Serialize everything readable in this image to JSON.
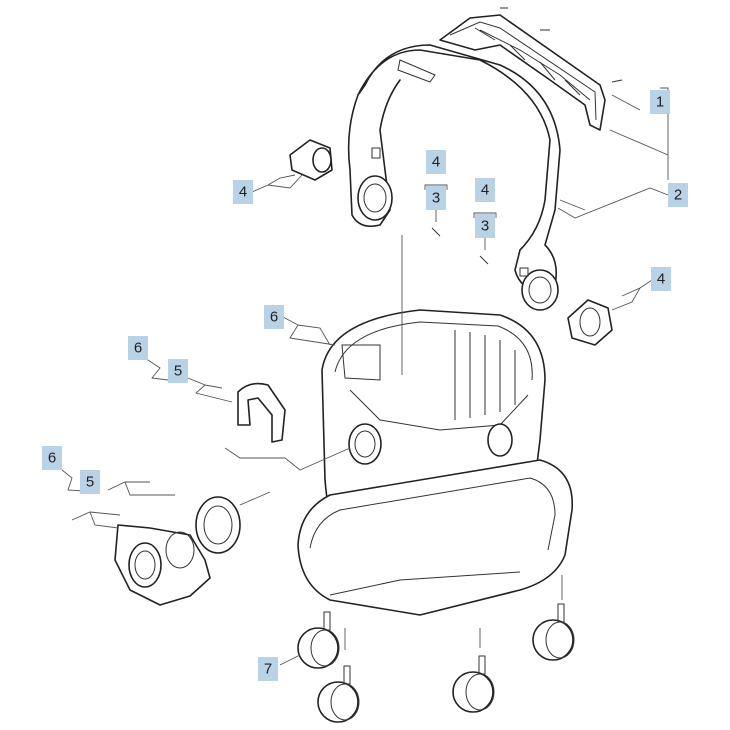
{
  "callouts": [
    {
      "id": "c1",
      "label": "1"
    },
    {
      "id": "c2",
      "label": "2"
    },
    {
      "id": "c4a",
      "label": "4"
    },
    {
      "id": "c4b",
      "label": "4"
    },
    {
      "id": "c3b",
      "label": "3"
    },
    {
      "id": "c4c",
      "label": "4"
    },
    {
      "id": "c3c",
      "label": "3"
    },
    {
      "id": "c4d",
      "label": "4"
    },
    {
      "id": "c6a",
      "label": "6"
    },
    {
      "id": "c6b",
      "label": "6"
    },
    {
      "id": "c5b",
      "label": "5"
    },
    {
      "id": "c6c",
      "label": "6"
    },
    {
      "id": "c5c",
      "label": "5"
    },
    {
      "id": "c7",
      "label": "7"
    }
  ],
  "colors": {
    "callout_fill": "#b9d2e6",
    "line": "#222222",
    "background": "#ffffff"
  }
}
